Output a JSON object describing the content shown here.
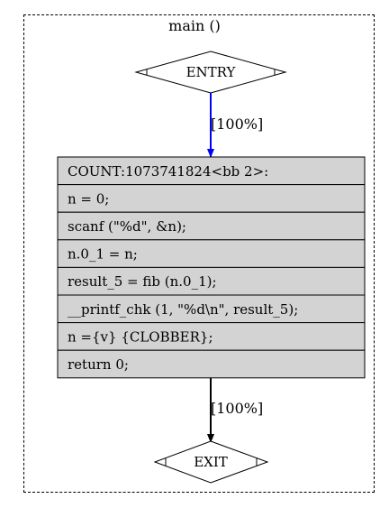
{
  "cluster": {
    "title": "main ()"
  },
  "nodes": {
    "entry": {
      "label": "ENTRY"
    },
    "exit": {
      "label": "EXIT"
    }
  },
  "basic_block": {
    "rows": [
      "COUNT:1073741824<bb 2>:",
      "n = 0;",
      "scanf (\"%d\", &n);",
      "n.0_1 = n;",
      "result_5 = fib (n.0_1);",
      "__printf_chk (1, \"%d\\n\", result_5);",
      "n ={v} {CLOBBER};",
      "return 0;"
    ]
  },
  "edges": [
    {
      "from": "ENTRY",
      "to": "bb 2",
      "label": "[100%]",
      "color": "#0000ff"
    },
    {
      "from": "bb 2",
      "to": "EXIT",
      "label": "[100%]",
      "color": "#000000"
    }
  ],
  "colors": {
    "block_fill": "#d3d3d3",
    "entry_edge": "#0000ff",
    "exit_edge": "#000000"
  }
}
